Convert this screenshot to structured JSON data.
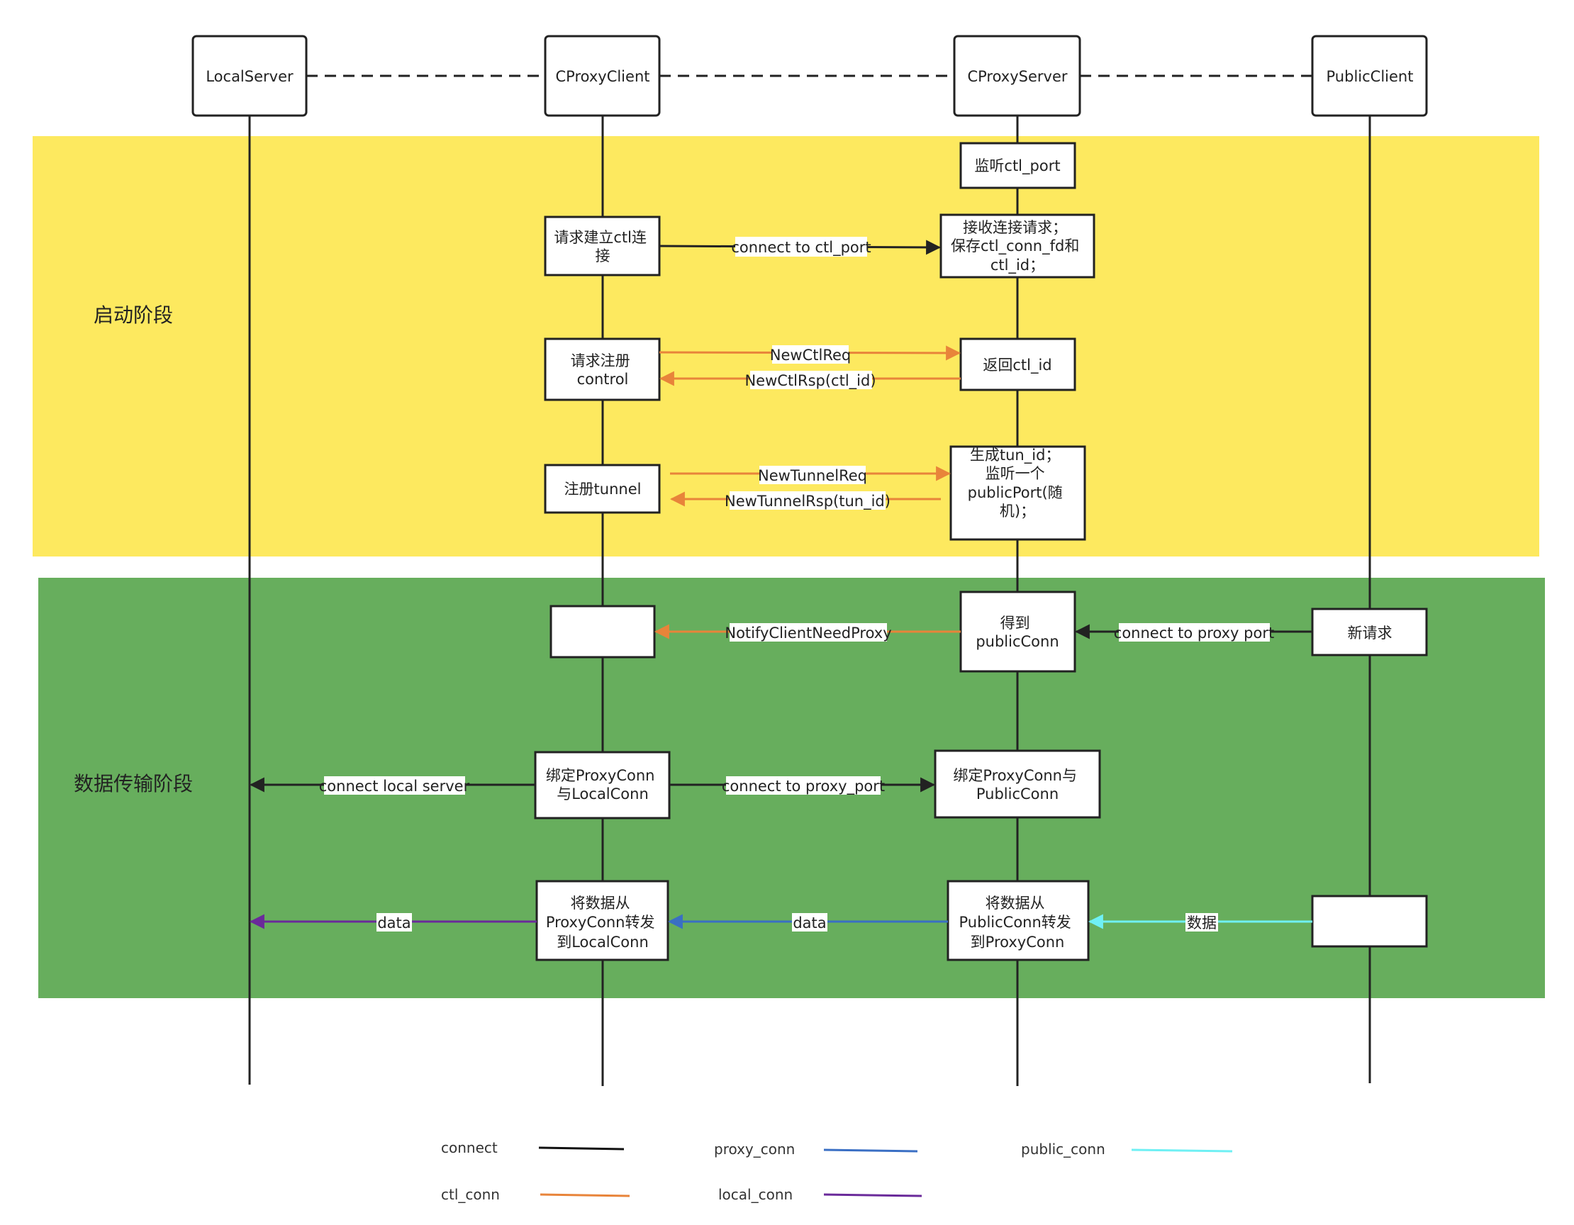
{
  "participants": [
    {
      "id": "local_server",
      "label": "LocalServer"
    },
    {
      "id": "cproxy_client",
      "label": "CProxyClient"
    },
    {
      "id": "cproxy_server",
      "label": "CProxyServer"
    },
    {
      "id": "public_client",
      "label": "PublicClient"
    }
  ],
  "phases": [
    {
      "id": "startup",
      "label": "启动阶段",
      "color": "#fde95f"
    },
    {
      "id": "transfer",
      "label": "数据传输阶段",
      "color": "#67ae5d"
    }
  ],
  "boxes": {
    "listen_ctl_port": [
      "监听ctl_port"
    ],
    "req_ctl_conn": [
      "请求建立ctl连",
      "接"
    ],
    "accept_conn": [
      "接收连接请求；",
      "保存ctl_conn_fd和",
      "ctl_id；"
    ],
    "req_register": [
      "请求注册",
      "control"
    ],
    "return_ctl_id": [
      "返回ctl_id"
    ],
    "register_tunnel": [
      "注册tunnel"
    ],
    "gen_tun_id": [
      "生成tun_id；",
      "监听一个",
      "publicPort(随",
      "机)；"
    ],
    "client_empty": [],
    "get_public_conn": [
      "得到",
      "publicConn"
    ],
    "new_request": [
      "新请求"
    ],
    "bind_client": [
      "绑定ProxyConn",
      "与LocalConn"
    ],
    "bind_server": [
      "绑定ProxyConn与",
      "PublicConn"
    ],
    "fwd_client": [
      "将数据从",
      "ProxyConn转发",
      "到LocalConn"
    ],
    "fwd_server": [
      "将数据从",
      "PublicConn转发",
      "到ProxyConn"
    ],
    "public_empty": []
  },
  "messages": {
    "connect_ctl_port": "connect to ctl_port",
    "new_ctl_req": "NewCtlReq",
    "new_ctl_rsp": "NewCtlRsp(ctl_id)",
    "new_tunnel_req": "NewTunnelReq",
    "new_tunnel_rsp": "NewTunnelRsp(tun_id)",
    "notify_client": "NotifyClientNeedProxy",
    "connect_proxy_port_public": "connect to proxy port",
    "connect_local_server": "connect local server",
    "connect_proxy_port": "connect to proxy_port",
    "data_local": "data",
    "data_proxy": "data",
    "data_public": "数据"
  },
  "legend": [
    {
      "id": "connect",
      "label": "connect",
      "color": "#111111"
    },
    {
      "id": "ctl_conn",
      "label": "ctl_conn",
      "color": "#e8843a"
    },
    {
      "id": "proxy_conn",
      "label": "proxy_conn",
      "color": "#3a6fc4"
    },
    {
      "id": "local_conn",
      "label": "local_conn",
      "color": "#6a2a9a"
    },
    {
      "id": "public_conn",
      "label": "public_conn",
      "color": "#6ff0f4"
    }
  ]
}
